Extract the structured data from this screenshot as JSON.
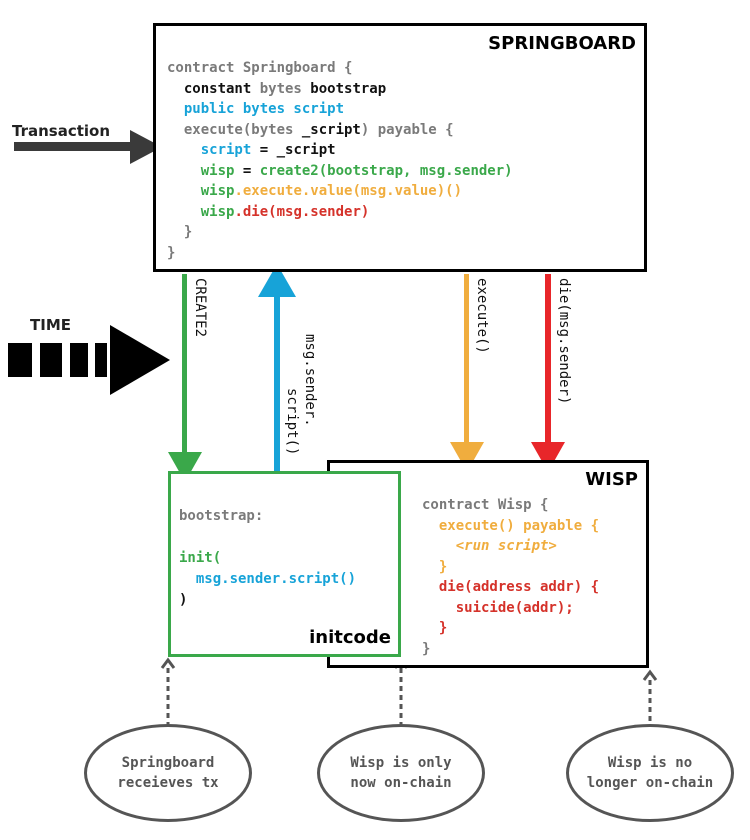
{
  "springboard": {
    "title": "SPRINGBOARD",
    "code": [
      {
        "segs": [
          {
            "t": "contract Springboard {",
            "c": "grey"
          }
        ]
      },
      {
        "segs": [
          {
            "t": "  constant ",
            "c": "black"
          },
          {
            "t": "bytes ",
            "c": "grey"
          },
          {
            "t": "bootstrap",
            "c": "black"
          }
        ]
      },
      {
        "segs": [
          {
            "t": "  public bytes script",
            "c": "blue"
          }
        ]
      },
      {
        "segs": [
          {
            "t": "  execute(bytes ",
            "c": "grey"
          },
          {
            "t": "_script",
            "c": "black"
          },
          {
            "t": ") payable {",
            "c": "grey"
          }
        ]
      },
      {
        "segs": [
          {
            "t": "    script",
            "c": "blue"
          },
          {
            "t": " = _script",
            "c": "black"
          }
        ]
      },
      {
        "segs": [
          {
            "t": "    wisp",
            "c": "green"
          },
          {
            "t": " = ",
            "c": "black"
          },
          {
            "t": "create2(bootstrap, msg.sender)",
            "c": "green"
          }
        ]
      },
      {
        "segs": [
          {
            "t": "    wisp",
            "c": "green"
          },
          {
            "t": ".execute.value(msg.value)()",
            "c": "orange"
          }
        ]
      },
      {
        "segs": [
          {
            "t": "    wisp",
            "c": "green"
          },
          {
            "t": ".die(msg.sender)",
            "c": "red"
          }
        ]
      },
      {
        "segs": [
          {
            "t": "  }",
            "c": "grey"
          }
        ]
      },
      {
        "segs": [
          {
            "t": "}",
            "c": "grey"
          }
        ]
      }
    ]
  },
  "initcode": {
    "title": "initcode",
    "code": [
      {
        "segs": [
          {
            "t": "bootstrap:",
            "c": "grey"
          }
        ]
      },
      {
        "segs": [
          {
            "t": "",
            "c": "grey"
          }
        ]
      },
      {
        "segs": [
          {
            "t": "init(",
            "c": "green"
          }
        ]
      },
      {
        "segs": [
          {
            "t": "  msg.sender.script()",
            "c": "blue"
          }
        ]
      },
      {
        "segs": [
          {
            "t": ")",
            "c": "black"
          }
        ]
      }
    ]
  },
  "wisp": {
    "title": "WISP",
    "code": [
      {
        "segs": [
          {
            "t": "contract Wisp {",
            "c": "grey"
          }
        ]
      },
      {
        "segs": [
          {
            "t": "  execute() payable {",
            "c": "orange"
          }
        ]
      },
      {
        "segs": [
          {
            "t": "    <run script>",
            "c": "orange",
            "i": true
          }
        ]
      },
      {
        "segs": [
          {
            "t": "  }",
            "c": "orange"
          }
        ]
      },
      {
        "segs": [
          {
            "t": "  die(address addr) {",
            "c": "red"
          }
        ]
      },
      {
        "segs": [
          {
            "t": "    suicide(addr);",
            "c": "red"
          }
        ]
      },
      {
        "segs": [
          {
            "t": "  }",
            "c": "red"
          }
        ]
      },
      {
        "segs": [
          {
            "t": "}",
            "c": "grey"
          }
        ]
      }
    ]
  },
  "labels": {
    "transaction": "Transaction",
    "time": "TIME",
    "create2": "CREATE2",
    "msg_sender_script_1": "msg.sender.",
    "msg_sender_script_2": "script()",
    "execute": "execute()",
    "die": "die(msg.sender)"
  },
  "ovals": [
    {
      "lines": [
        "Springboard",
        "receieves tx"
      ]
    },
    {
      "lines": [
        "Wisp is only",
        "now on-chain"
      ]
    },
    {
      "lines": [
        "Wisp is no",
        "longer on-chain"
      ]
    }
  ],
  "colors": {
    "green": "#3aa84a",
    "blue": "#17a3d8",
    "orange": "#f0ad3e",
    "red": "#e8262a",
    "grey": "#555555"
  }
}
